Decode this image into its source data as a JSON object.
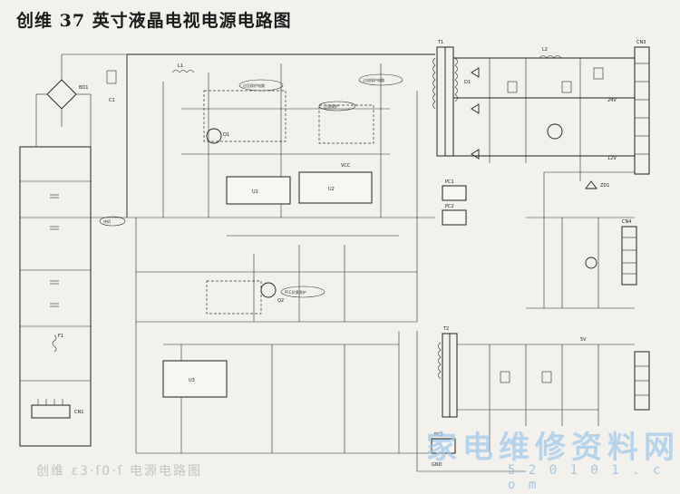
{
  "title": "创维 37 英寸液晶电视电源电路图",
  "watermark": {
    "brand": "家电维修资料网",
    "url": "5 2 0 1 0 1 . c o m"
  },
  "bleed_text": "创维 ε3·ſ0·ſ 电源电路图",
  "callouts": {
    "ovp": "过压保护电路",
    "bridge_protect": "过流保护电路",
    "pfc_ref": "PFC反馈保护",
    "standby": "待机",
    "cn_protect": "过流保护"
  },
  "labels": {
    "bridge": "BD1",
    "fuse": "F1",
    "connector_in": "CN1",
    "transformer_main": "T1",
    "transformer_sb": "T2",
    "ic_main": "U1",
    "ic_pfc": "U2",
    "ic_sb": "U3",
    "opto1": "PC1",
    "opto2": "PC2",
    "opto3": "PC3",
    "out_connector": "CN3",
    "out_connector2": "CN4",
    "v24": "24V",
    "v12": "12V",
    "v5": "5V",
    "vcc": "VCC",
    "gnd": "GND",
    "l1": "L1",
    "l2": "L2",
    "c_bulk": "C1",
    "q1": "Q1",
    "q2": "Q2",
    "d1": "D1",
    "zd": "ZD1"
  }
}
